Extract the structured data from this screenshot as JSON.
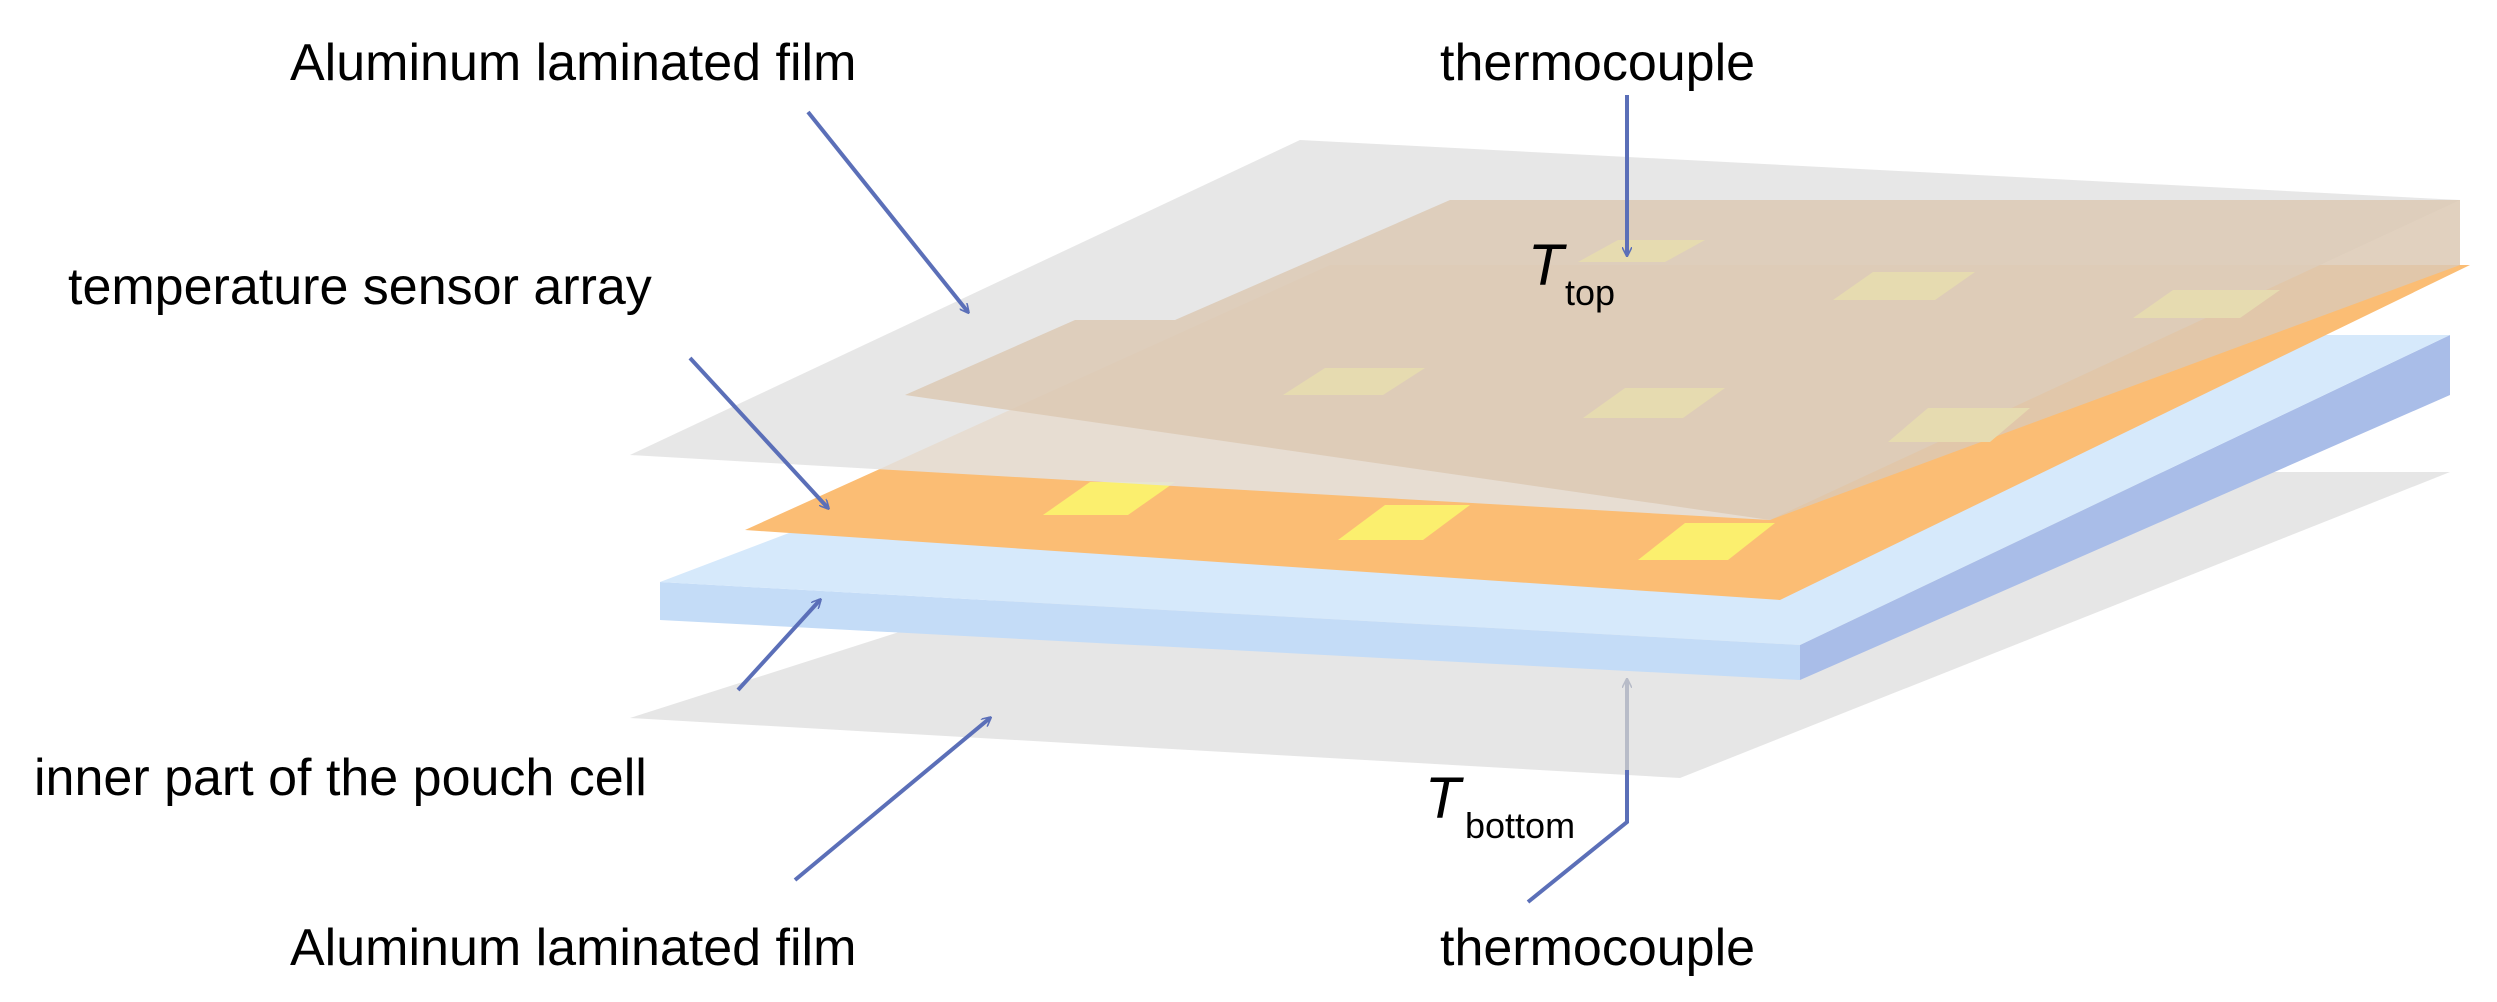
{
  "labels": {
    "top_film": "Aluminum laminated film",
    "sensor_array": "temperature sensor array",
    "inner_part": "inner part of the pouch cell",
    "bottom_film": "Aluminum laminated film",
    "thermocouple_top": "thermocouple",
    "thermocouple_bottom": "thermocouple"
  },
  "temperatures": {
    "top_symbol": "T",
    "top_subscript": "top",
    "bottom_symbol": "T",
    "bottom_subscript": "bottom"
  },
  "colors": {
    "film": "#e3e3e3",
    "film_overlay": "#dcc9b4",
    "sensor_layer": "#fbbd74",
    "sensor_pad": "#fbef6e",
    "cell_top": "#d6e9fb",
    "cell_front": "#c4dcf7",
    "cell_side": "#a9bde8",
    "arrow": "#5b6fb8"
  }
}
